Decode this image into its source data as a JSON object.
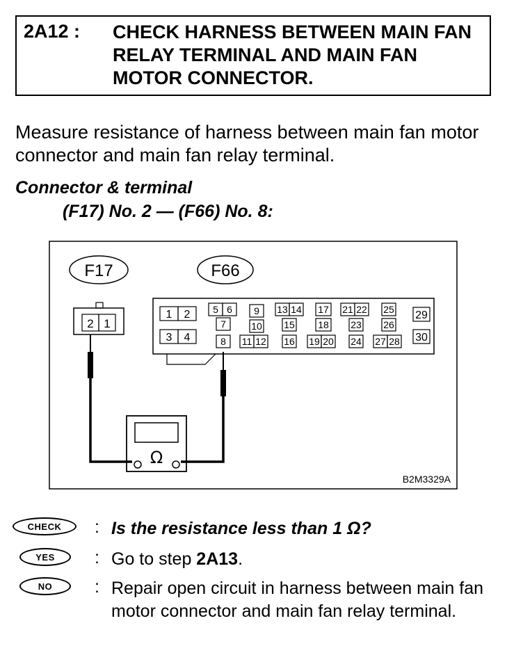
{
  "header": {
    "code": "2A12 :",
    "title": "CHECK HARNESS BETWEEN MAIN FAN RELAY TERMINAL AND MAIN FAN MOTOR CONNECTOR."
  },
  "intro": "Measure resistance of harness between main fan motor connector and main fan relay terminal.",
  "connector_heading": "Connector & terminal",
  "connector_spec": "(F17) No. 2 — (F66) No. 8:",
  "figure": {
    "label_f17": "F17",
    "label_f66": "F66",
    "f17_pins": [
      "2",
      "1"
    ],
    "f66_pins": [
      "1",
      "2",
      "3",
      "4",
      "5",
      "6",
      "7",
      "8",
      "9",
      "10",
      "11",
      "12",
      "13",
      "14",
      "15",
      "16",
      "17",
      "18",
      "19",
      "20",
      "21",
      "22",
      "23",
      "24",
      "25",
      "26",
      "27",
      "28",
      "29",
      "30"
    ],
    "meter_symbol": "Ω",
    "figure_code": "B2M3329A"
  },
  "results": [
    {
      "badge": "CHECK",
      "text": "Is the resistance less than 1 Ω?"
    },
    {
      "badge": "YES",
      "text_prefix": "Go to step ",
      "step": "2A13",
      "text_suffix": "."
    },
    {
      "badge": "NO",
      "text": "Repair open circuit in harness between main fan motor connector and main fan relay terminal."
    }
  ],
  "separator": ":"
}
